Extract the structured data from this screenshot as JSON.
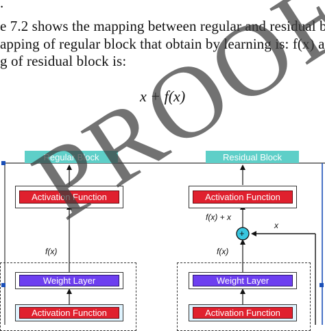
{
  "text": {
    "line0": ".",
    "line1": "e 7.2 shows the mapping between regular and residual bl",
    "line2": "apping of regular block that obtain by learning is: f(x) ar",
    "line3": "g of residual block is:",
    "equation": "x + f(x)"
  },
  "watermark": "PROOF",
  "figure": {
    "left": {
      "title": "Regular Block",
      "activation_top": "Activation Function",
      "fx_label": "f(x)",
      "weight_layer": "Weight Layer",
      "activation_bottom": "Activation Function"
    },
    "right": {
      "title": "Residual Block",
      "activation_top": "Activation Function",
      "sum_label": "f(x) + x",
      "plus": "+",
      "x_label": "x",
      "fx_label": "f(x)",
      "weight_layer": "Weight Layer",
      "activation_bottom": "Activation Function"
    },
    "colors": {
      "title_bg": "#5ecfc8",
      "activation": "#e0202e",
      "weight": "#6d3ff0",
      "add_node": "#39c6e0",
      "frame_blue": "#1a4fb8"
    }
  }
}
